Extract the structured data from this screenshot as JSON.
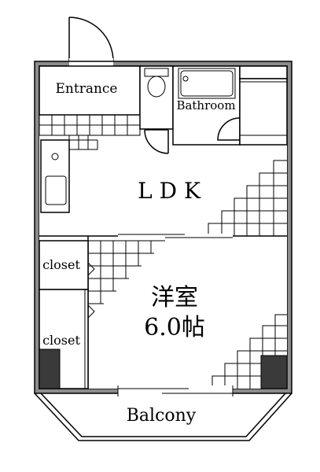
{
  "labels": {
    "entrance": "Entrance",
    "bathroom": "Bathroom",
    "ldk": "L D K",
    "closet_top": "closet",
    "closet_bottom": "closet",
    "bedroom_line1": "洋室",
    "bedroom_line2": "6.0帖",
    "balcony": "Balcony"
  },
  "colors": {
    "wall": "#8c8c8c",
    "dark_column": "#3a3a3a",
    "line": "#000000",
    "background": "#ffffff"
  }
}
